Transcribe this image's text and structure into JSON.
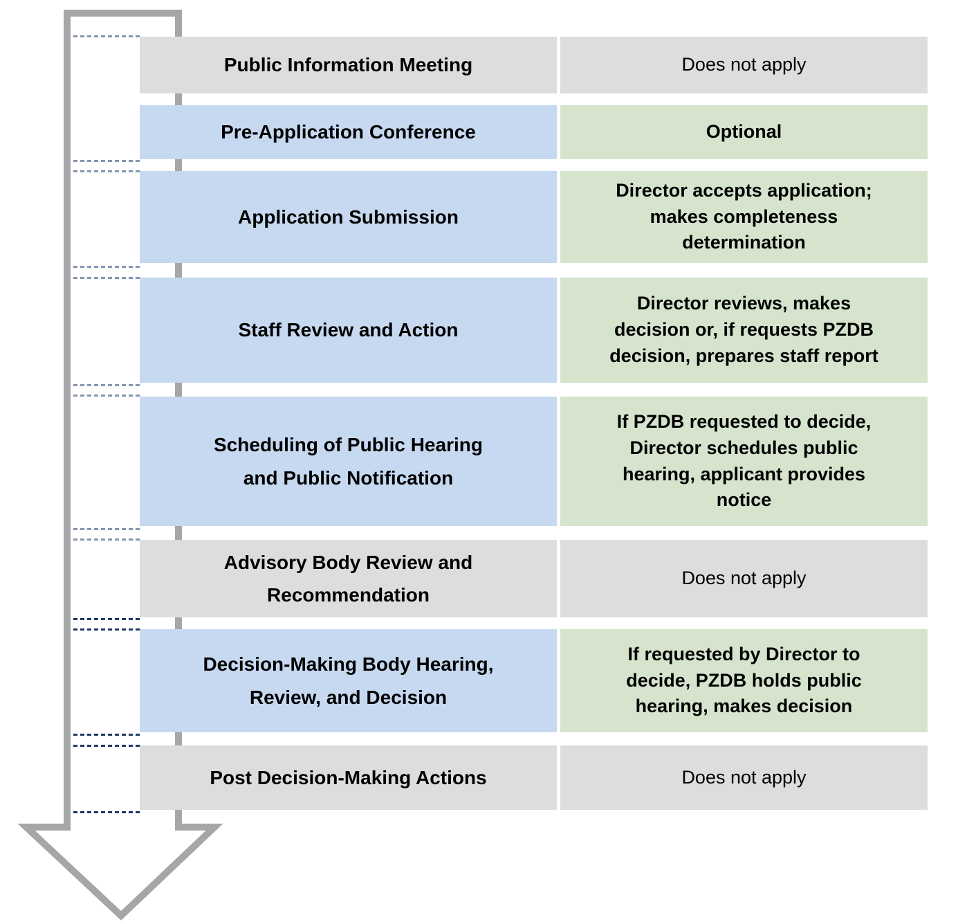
{
  "colors": {
    "step_active_bg": "#c6d9f0",
    "result_active_bg": "#d6e4ce",
    "inactive_bg": "#dddddd",
    "arrow_stroke": "#a6a6a6",
    "arrow_fill": "#ffffff",
    "dash_light": "#8496b0",
    "dash_dark": "#1f3864",
    "text": "#000000"
  },
  "arrow": {
    "name": "downward-process-arrow"
  },
  "rows": [
    {
      "step": "Public Information Meeting",
      "result": "Does not apply",
      "state": "inactive",
      "result_bold": false
    },
    {
      "step": "Pre-Application Conference",
      "result": "Optional",
      "state": "active",
      "result_bold": true
    },
    {
      "step": "Application Submission",
      "result": "Director accepts application;\nmakes completeness\ndetermination",
      "state": "active",
      "result_bold": true
    },
    {
      "step": "Staff Review and Action",
      "result": "Director reviews, makes\ndecision or, if requests PZDB\ndecision, prepares staff report",
      "state": "active",
      "result_bold": true
    },
    {
      "step": "Scheduling of Public Hearing\nand Public Notification",
      "result": "If PZDB requested to decide,\nDirector schedules public\nhearing, applicant provides\nnotice",
      "state": "active",
      "result_bold": true
    },
    {
      "step": "Advisory Body Review and\nRecommendation",
      "result": "Does not apply",
      "state": "inactive",
      "result_bold": false
    },
    {
      "step": "Decision-Making Body Hearing,\nReview, and Decision",
      "result": "If requested by Director to\ndecide, PZDB holds public\nhearing, makes decision",
      "state": "active",
      "result_bold": true
    },
    {
      "step": "Post Decision-Making Actions",
      "result": "Does not apply",
      "state": "inactive",
      "result_bold": false
    }
  ]
}
